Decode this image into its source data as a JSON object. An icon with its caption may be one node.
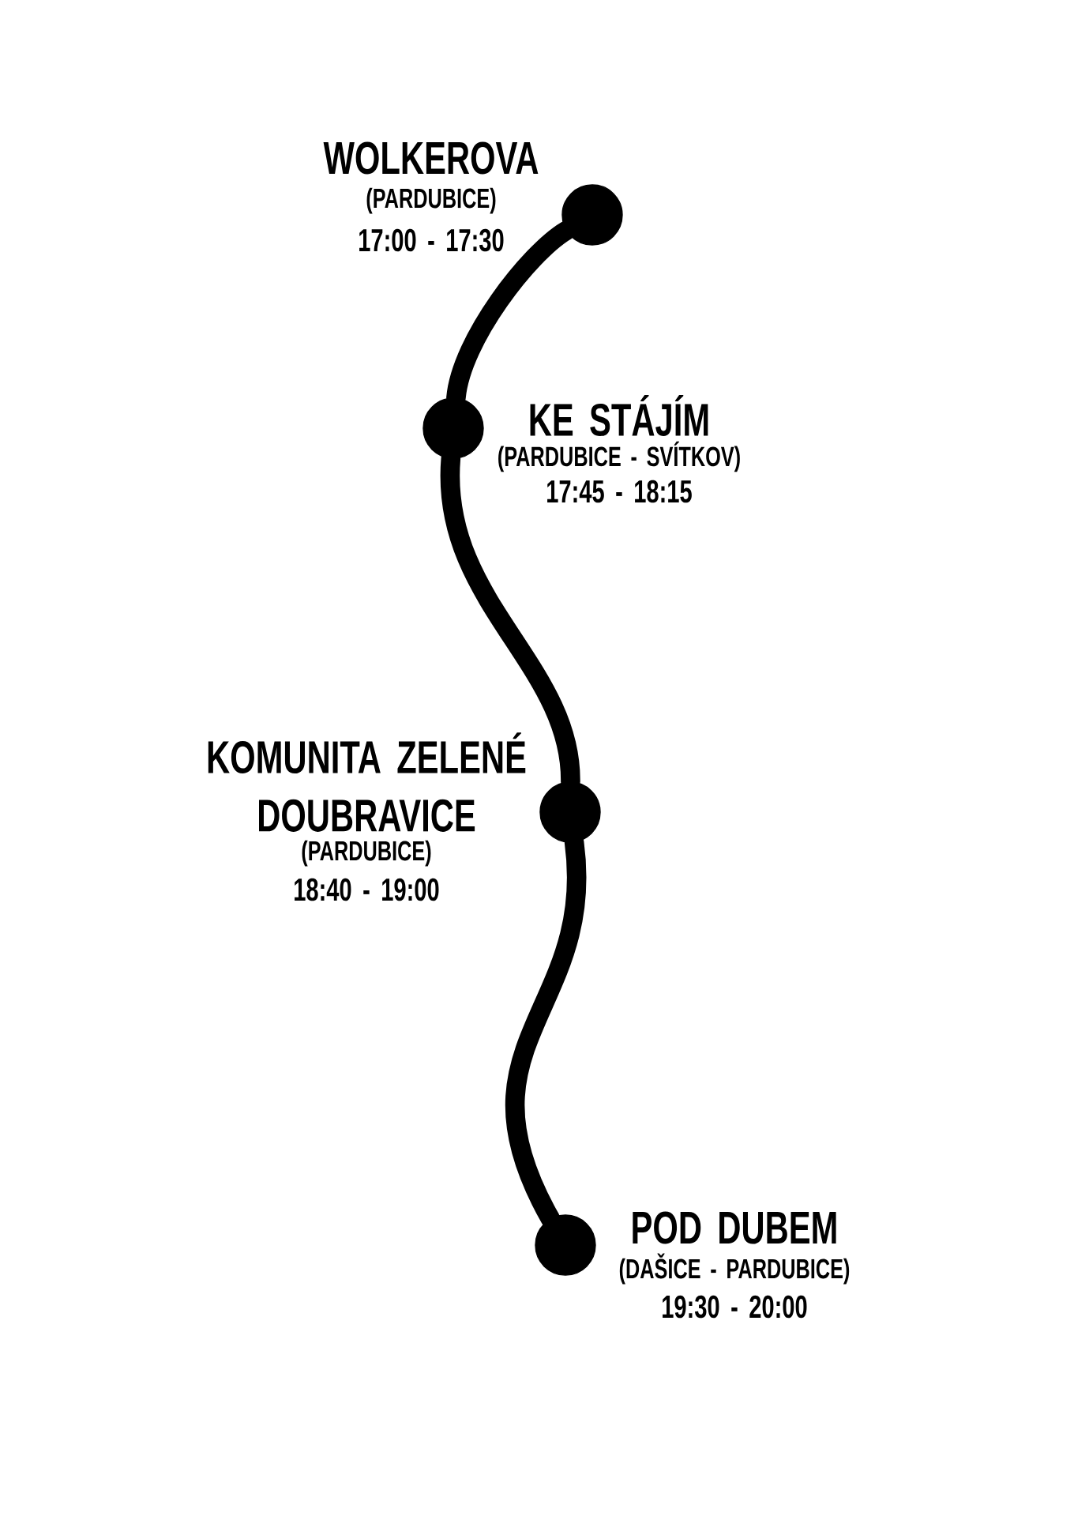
{
  "diagram": {
    "nodes": [
      {
        "text": [],
        "shape": "circle",
        "beside": [
          "WOLKEROVA",
          "(PARDUBICE)",
          "17:00 - 17:30"
        ]
      },
      {
        "text": [],
        "shape": "circle",
        "beside": [
          "KE STÁJÍM",
          "(PARDUBICE - SVÍTKOV)",
          "17:45 - 18:15"
        ]
      },
      {
        "text": [],
        "shape": "circle",
        "beside": [
          "KOMUNITA ZELENÉ DOUBRAVICE",
          "(PARDUBICE)",
          "18:40 - 19:00"
        ]
      },
      {
        "text": [],
        "shape": "circle",
        "beside": [
          "POD DUBEM",
          "(DAŠICE - PARDUBICE)",
          "19:30 - 20:00"
        ]
      }
    ],
    "edges": [
      {
        "from": 0,
        "to": 1,
        "arrow": "none"
      },
      {
        "from": 1,
        "to": 2,
        "arrow": "none"
      },
      {
        "from": 2,
        "to": 3,
        "arrow": "none"
      }
    ]
  }
}
